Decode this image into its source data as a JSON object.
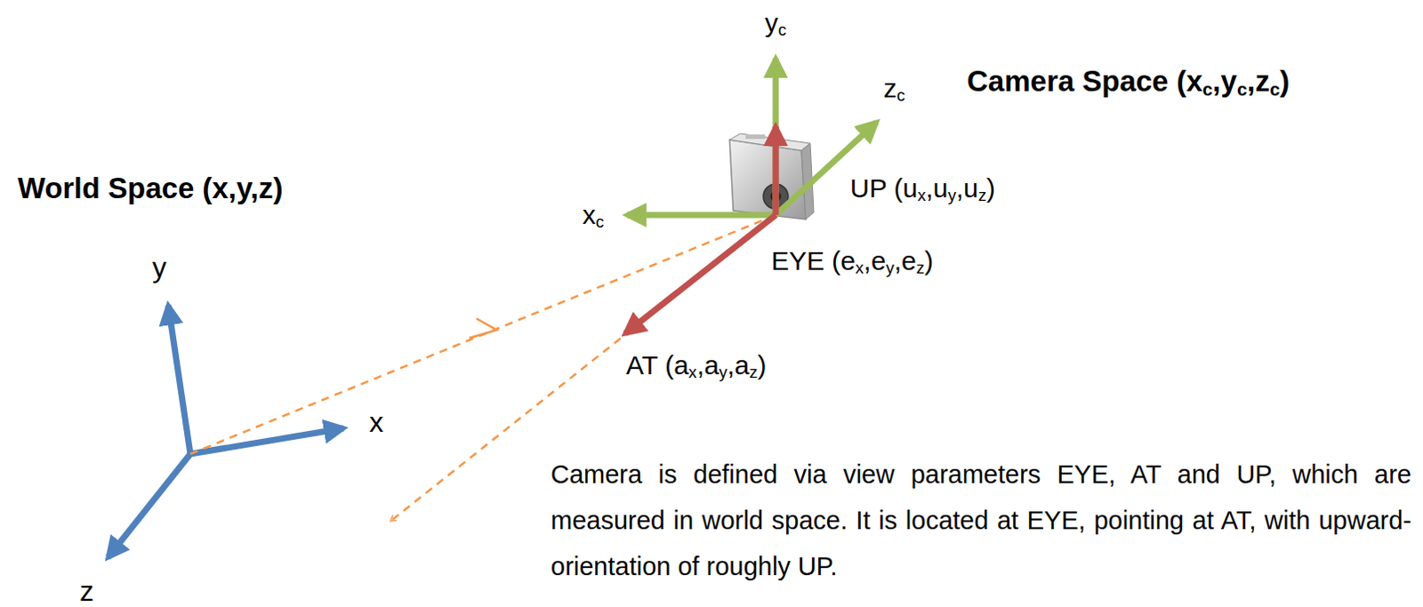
{
  "diagram": {
    "labels": [
      "yc",
      "zc",
      "xc",
      "Camera Space (xc,yc,zc)",
      "World Space (x,y,z)",
      "UP (ux,uy,uz)",
      "EYE (ex,ey,ez)",
      "AT (ax,ay,az)",
      "y",
      "x",
      "z",
      "Camera is defined via view parameters EYE, AT and UP, which are measured in world space. It is located at EYE, pointing at AT, with upward-orientation of roughly UP."
    ]
  }
}
